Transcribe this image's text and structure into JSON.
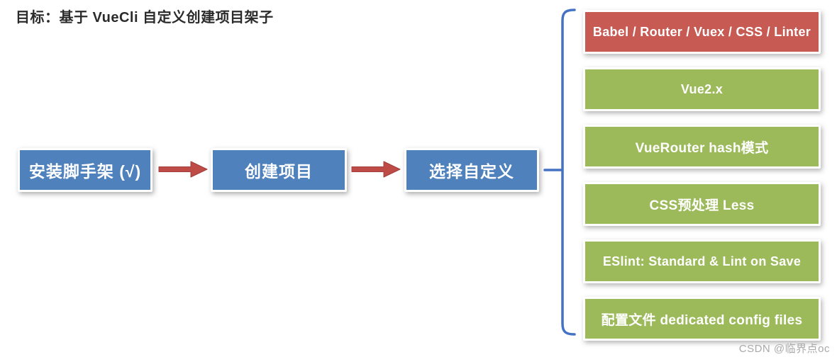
{
  "page": {
    "title": "目标：基于 VueCli 自定义创建项目架子"
  },
  "flow": {
    "steps": [
      {
        "label": "安装脚手架 (√)"
      },
      {
        "label": "创建项目"
      },
      {
        "label": "选择自定义"
      }
    ],
    "arrow_icon": "right-block-arrow",
    "brace_icon": "left-curly-brace"
  },
  "options": {
    "items": [
      {
        "label": "Babel / Router / Vuex / CSS / Linter",
        "variant": "red"
      },
      {
        "label": "Vue2.x",
        "variant": "green"
      },
      {
        "label": "VueRouter hash模式",
        "variant": "green"
      },
      {
        "label": "CSS预处理 Less",
        "variant": "green"
      },
      {
        "label": "ESlint: Standard & Lint on Save",
        "variant": "green"
      },
      {
        "label": "配置文件 dedicated config files",
        "variant": "green"
      }
    ]
  },
  "colors": {
    "step_blue": "#4f81bd",
    "option_red": "#c75b53",
    "option_green": "#9cba5a",
    "arrow_red": "#bf4b47",
    "brace_blue": "#4472c4",
    "title_text": "#2b2b2b",
    "watermark_gray": "#a9a9a9"
  },
  "watermark": {
    "text": "CSDN @临界点oc"
  }
}
